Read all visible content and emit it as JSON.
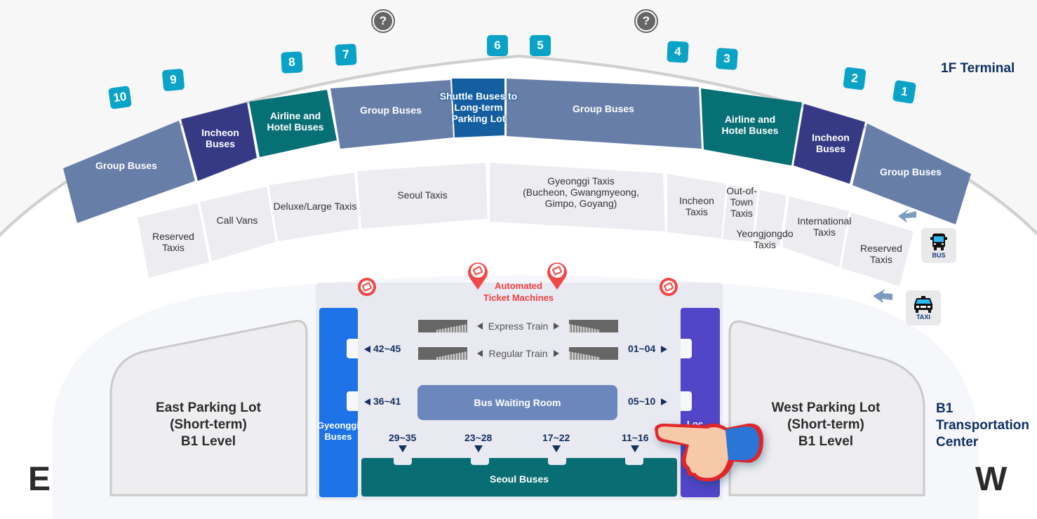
{
  "titles": {
    "terminal_1f": "1F Terminal",
    "b1_line1": "B1",
    "b1_line2": "Transportation",
    "b1_line3": "Center"
  },
  "compass": {
    "east": "E",
    "west": "W"
  },
  "help_markers": [
    "?",
    "?"
  ],
  "gates": [
    "10",
    "9",
    "8",
    "7",
    "6",
    "5",
    "4",
    "3",
    "2",
    "1"
  ],
  "bus_zones": [
    {
      "label": "Group Buses",
      "color": "#677ea8"
    },
    {
      "label": "Incheon\nBuses",
      "color": "#363a85"
    },
    {
      "label": "Airline and\nHotel Buses",
      "color": "#077075"
    },
    {
      "label": "Group Buses",
      "color": "#677ea8"
    },
    {
      "label": "Shuttle Buses to\nLong-term\nParking Lot",
      "color": "#155fa0"
    },
    {
      "label": "Group Buses",
      "color": "#677ea8"
    },
    {
      "label": "Airline and\nHotel Buses",
      "color": "#077075"
    },
    {
      "label": "Incheon\nBuses",
      "color": "#363a85"
    },
    {
      "label": "Group Buses",
      "color": "#677ea8"
    }
  ],
  "taxi_zones": [
    "Reserved\nTaxis",
    "Call Vans",
    "Deluxe/Large Taxis",
    "Seoul Taxis",
    "Gyeonggi Taxis\n(Bucheon, Gwangmyeong,\nGimpo, Goyang)",
    "Incheon\nTaxis",
    "Out-of-\nTown\nTaxis",
    "Yeongjongdo\nTaxis",
    "International\nTaxis",
    "Reserved\nTaxis"
  ],
  "legend_icons": {
    "bus": {
      "icon": "bus-icon",
      "label": "BUS"
    },
    "taxi": {
      "icon": "taxi-icon",
      "label": "TAXI"
    }
  },
  "transport_center": {
    "atm_label_line1": "Automated",
    "atm_label_line2": "Ticket Machines",
    "express_train": "Express Train",
    "regular_train": "Regular Train",
    "bus_waiting_room": "Bus Waiting Room",
    "gyeonggi_buses_line1": "Gyeonggi",
    "gyeonggi_buses_line2": "Buses",
    "local_buses_partial": "Loc",
    "seoul_buses": "Seoul Buses",
    "gate_ranges": {
      "left_top": "42~45",
      "left_mid": "36~41",
      "right_top": "01~04",
      "right_mid": "05~10",
      "bottom": [
        "29~35",
        "23~28",
        "17~22",
        "11~16"
      ]
    }
  },
  "parking": {
    "east": [
      "East Parking Lot",
      "(Short-term)",
      "B1 Level"
    ],
    "west": [
      "West Parking Lot",
      "(Short-term)",
      "B1 Level"
    ]
  },
  "colors": {
    "gate_badge": "#0aa3c7",
    "group_buses": "#677ea8",
    "incheon_buses": "#363a85",
    "airline_hotel": "#077075",
    "shuttle": "#155fa0",
    "taxi_zone": "#ededf1",
    "gyeonggi_pillar": "#1c72e6",
    "local_pillar": "#5145c8",
    "atm_red": "#f04040",
    "navy_text": "#0f2f63"
  }
}
